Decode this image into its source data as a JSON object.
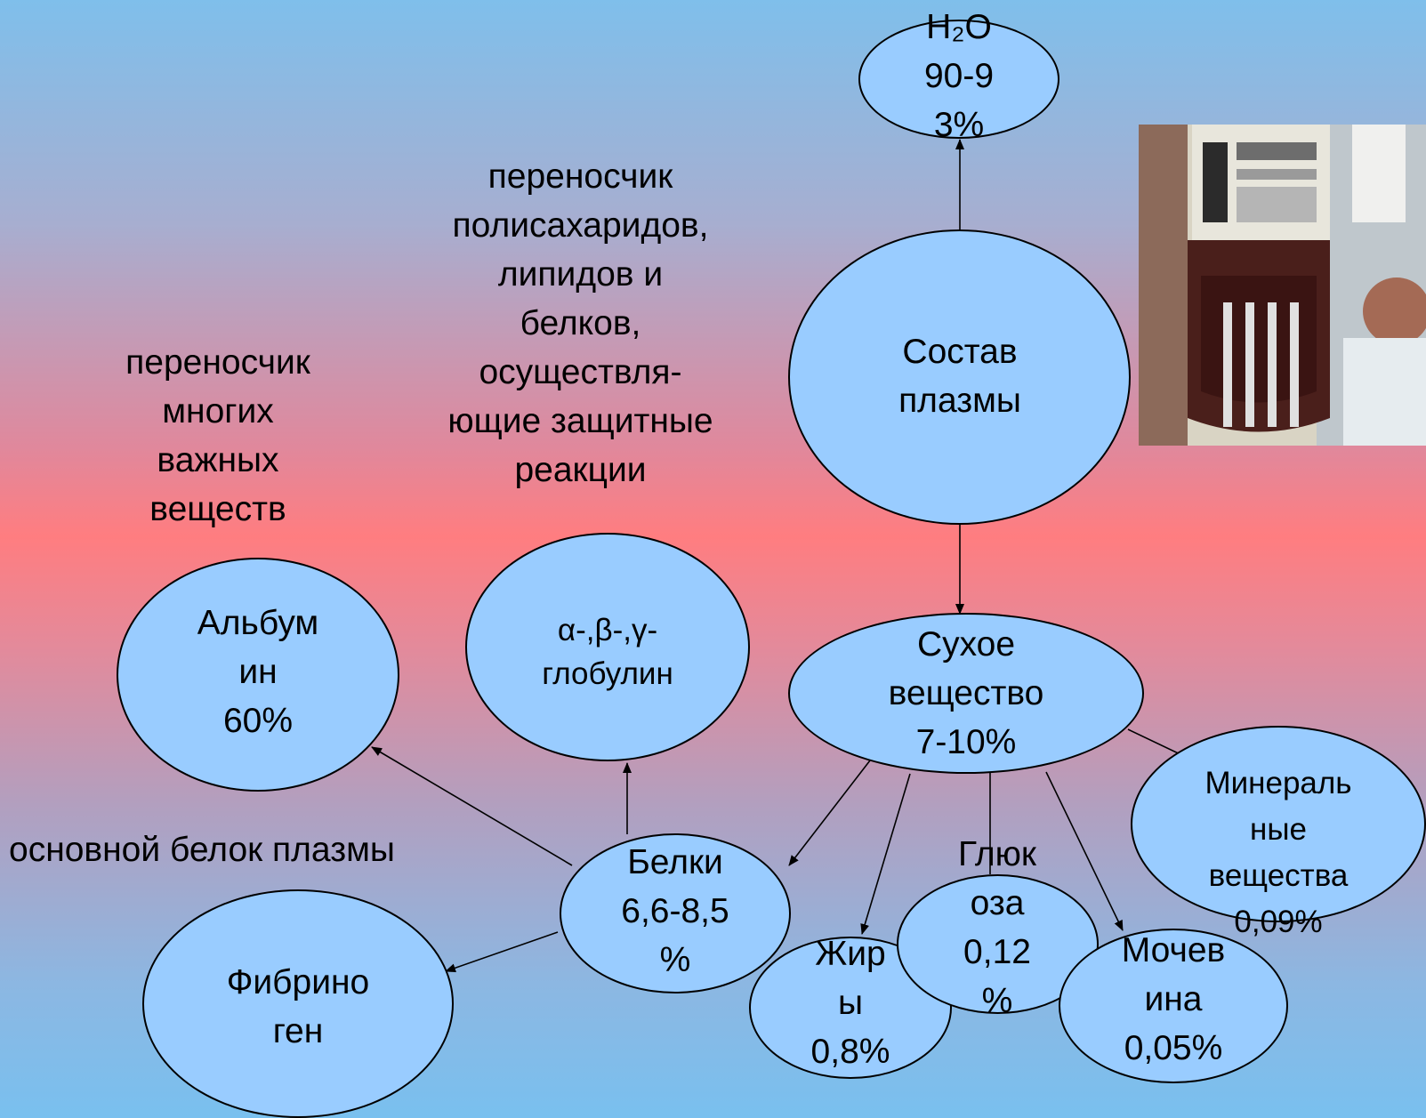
{
  "nodes": {
    "water": {
      "label": "H₂O\n90-9\n3%"
    },
    "plasma": {
      "label": "Состав\nплазмы"
    },
    "dry": {
      "label": "Сухое\nвещество\n7-10%"
    },
    "proteins": {
      "label": "Белки\n6,6-8,5\n%"
    },
    "albumin": {
      "label": "Альбум\nин\n60%"
    },
    "globulin": {
      "label": "α-,β-,γ-\nглобулин"
    },
    "fibrinogen": {
      "label": "Фибрино\nген"
    },
    "fats": {
      "label": "Жир\nы\n0,8%"
    },
    "glucose": {
      "label": "Глюк\nоза\n0,12\n%"
    },
    "urea": {
      "label": "Мочев\nина\n0,05%"
    },
    "minerals": {
      "label": "Минераль\nные\nвещества\n0,09%"
    }
  },
  "notes": {
    "albumin_desc": "переносчик\nмногих\nважных\nвеществ",
    "globulin_desc": "переносчик\nполисахаридов,\nлипидов и\nбелков,\nосуществля-\nющие защитные\nреакции",
    "fibrinogen_desc": "основной белок плазмы"
  },
  "colors": {
    "node_fill": "#99ccff",
    "stroke": "#000000"
  },
  "photo": {
    "icon": "blood-bags-photo"
  }
}
